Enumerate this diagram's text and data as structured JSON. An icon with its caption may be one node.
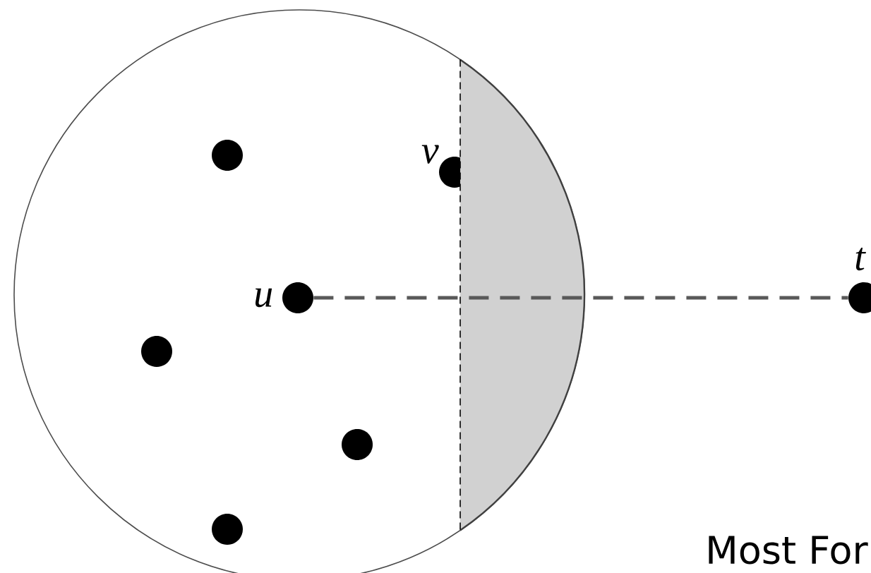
{
  "diagram": {
    "nodes": [
      {
        "text": [],
        "shape": "circle"
      },
      {
        "text": [
          "v"
        ]
      },
      {
        "text": [
          "u"
        ]
      },
      {
        "text": [
          "t"
        ]
      },
      {
        "text": [],
        "shape": "circle"
      },
      {
        "text": [],
        "shape": "circle"
      },
      {
        "text": [],
        "shape": "circle"
      }
    ],
    "edges": [
      {
        "from": 2,
        "to": 3,
        "arrow": "none",
        "style": "dashed"
      }
    ],
    "labels": [
      "Most For"
    ]
  }
}
